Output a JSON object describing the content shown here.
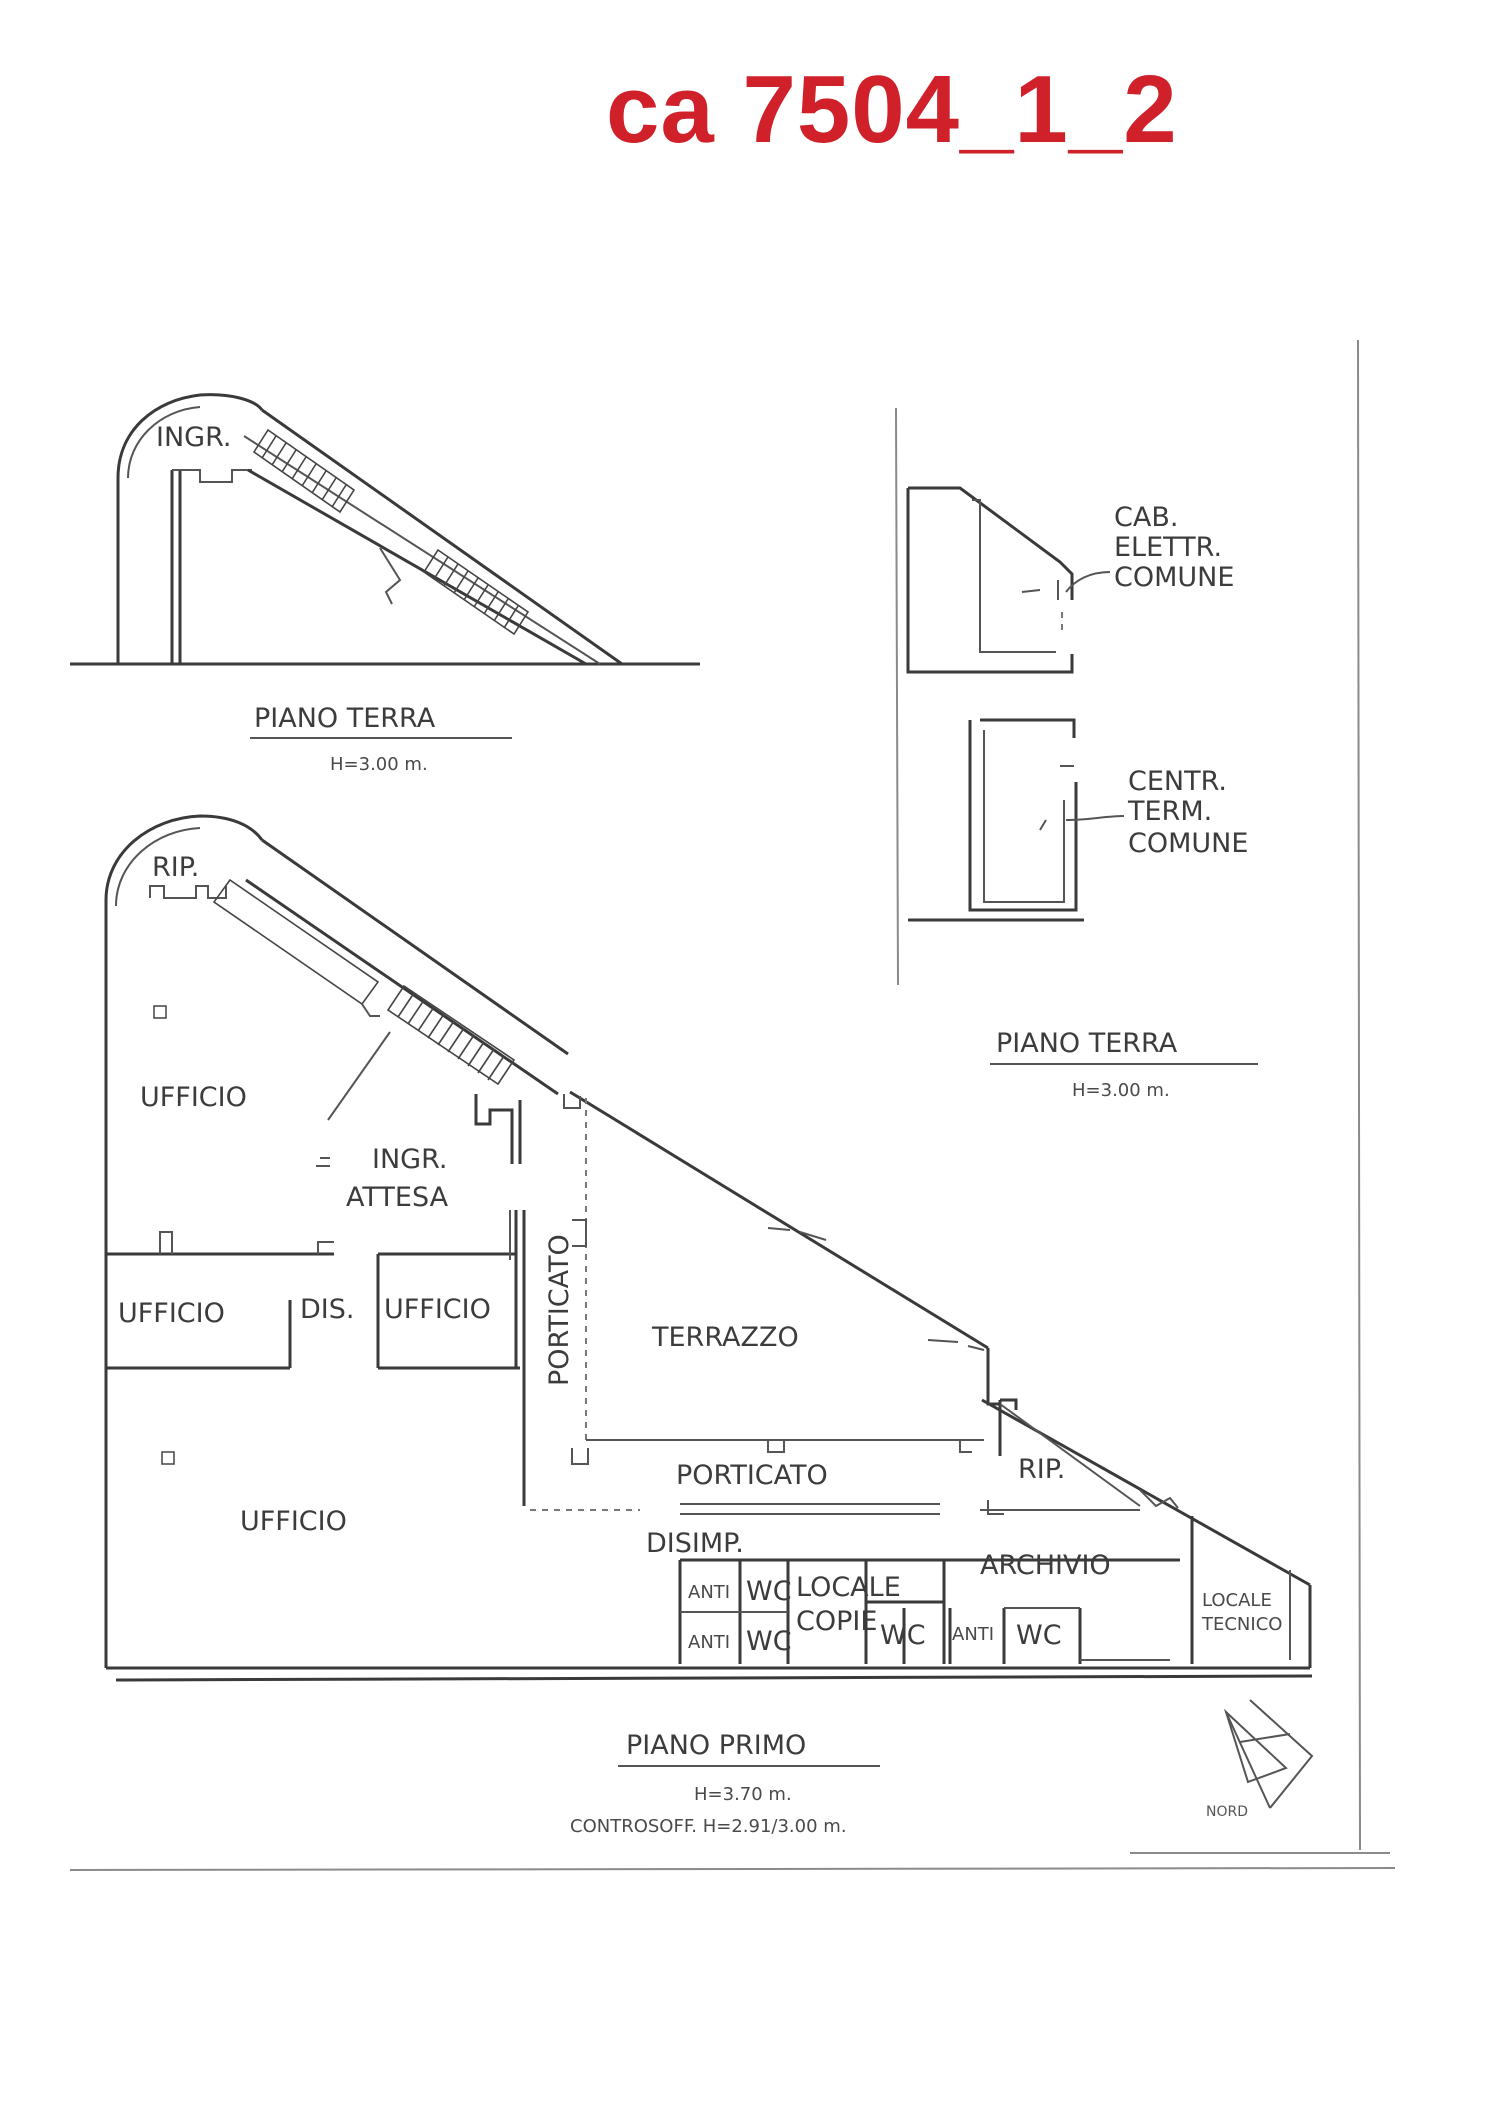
{
  "document_code": "ca 7504_1_2",
  "ground_floor_entrance": {
    "room_label": "INGR.",
    "title": "PIANO TERRA",
    "height": "H=3.00 m."
  },
  "ground_floor_utilities": {
    "cab_label": [
      "CAB.",
      "ELETTR.",
      "COMUNE"
    ],
    "centr_label": [
      "CENTR.",
      "TERM.",
      "COMUNE"
    ],
    "title": "PIANO TERRA",
    "height": "H=3.00 m."
  },
  "first_floor": {
    "rooms": {
      "rip_top": "RIP.",
      "ufficio_nw": "UFFICIO",
      "ingr_attesa": [
        "INGR.",
        "ATTESA"
      ],
      "ufficio_w": "UFFICIO",
      "dis": "DIS.",
      "ufficio_mid": "UFFICIO",
      "porticato_vertical": "PORTICATO",
      "terrazzo": "TERRAZZO",
      "ufficio_sw": "UFFICIO",
      "porticato": "PORTICATO",
      "rip_east": "RIP.",
      "disimp": "DISIMP.",
      "archivio": "ARCHIVIO",
      "anti_1": "ANTI",
      "wc_1": "WC",
      "anti_2": "ANTI",
      "wc_2": "WC",
      "locale_copie": [
        "LOCALE",
        "COPIE"
      ],
      "wc_3": "WC",
      "anti_3": "ANTI",
      "wc_4": "WC",
      "locale_tecnico": [
        "LOCALE",
        "TECNICO"
      ]
    },
    "title": "PIANO PRIMO",
    "height": "H=3.70 m.",
    "controsoff": "CONTROSOFF. H=2.91/3.00 m.",
    "north_label": "NORD"
  }
}
